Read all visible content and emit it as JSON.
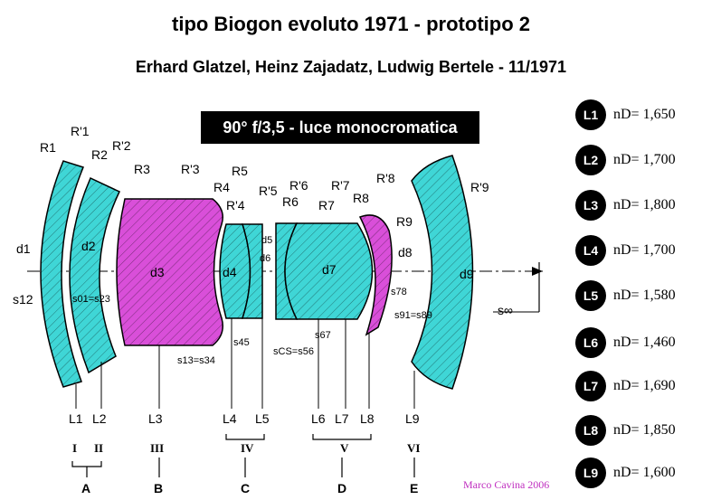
{
  "title": "tipo Biogon evoluto 1971 - prototipo 2",
  "authors": "Erhard Glatzel, Heinz Zajadatz, Ludwig Bertele - 11/1971",
  "banner": "90° f/3,5 - luce monocromatica",
  "credit": "Marco Cavina 2006",
  "colors": {
    "cyan_lens": "#3fd6d6",
    "magenta_lens": "#d94fd9",
    "banner_bg": "#000000"
  },
  "legend": [
    {
      "id": "L1",
      "text": "nD= 1,650"
    },
    {
      "id": "L2",
      "text": "nD= 1,700"
    },
    {
      "id": "L3",
      "text": "nD= 1,800"
    },
    {
      "id": "L4",
      "text": "nD= 1,700"
    },
    {
      "id": "L5",
      "text": "nD= 1,580"
    },
    {
      "id": "L6",
      "text": "nD= 1,460"
    },
    {
      "id": "L7",
      "text": "nD= 1,690"
    },
    {
      "id": "L8",
      "text": "nD= 1,850"
    },
    {
      "id": "L9",
      "text": "nD= 1,600"
    }
  ],
  "diagram": {
    "radii": [
      "R1",
      "R'1",
      "R2",
      "R'2",
      "R3",
      "R'3",
      "R4",
      "R'4",
      "R5",
      "R'5",
      "R6",
      "R'6",
      "R7",
      "R'7",
      "R8",
      "R'8",
      "R9",
      "R'9"
    ],
    "thickness": [
      "d1",
      "d2",
      "d3",
      "d4",
      "d5",
      "d6",
      "d7",
      "d8",
      "d9"
    ],
    "spacings": [
      "s12",
      "s01=s23",
      "s13=s34",
      "s45",
      "sCS=s56",
      "s67",
      "s78",
      "s91=s89",
      "s∞"
    ],
    "elements": [
      "L1",
      "L2",
      "L3",
      "L4",
      "L5",
      "L6",
      "L7",
      "L8",
      "L9"
    ],
    "groups_roman": [
      "I",
      "II",
      "III",
      "IV",
      "V",
      "VI"
    ],
    "groups_letter": [
      "A",
      "B",
      "C",
      "D",
      "E"
    ]
  }
}
